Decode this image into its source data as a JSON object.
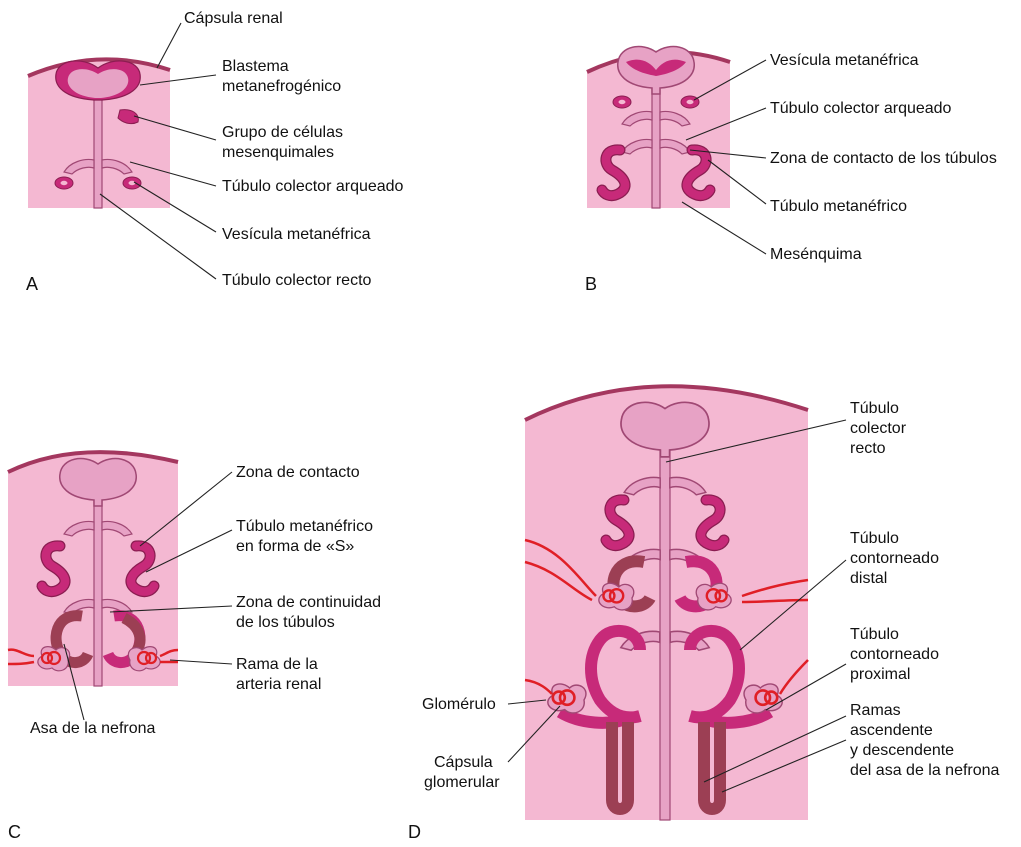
{
  "panels": {
    "a": {
      "letter": "A",
      "labels": {
        "capsula": "Cápsula renal",
        "blastema_1": "Blastema",
        "blastema_2": "metanefrogénico",
        "grupo_1": "Grupo de células",
        "grupo_2": "mesenquimales",
        "arqueado": "Túbulo colector arqueado",
        "vesicula": "Vesícula metanéfrica",
        "recto": "Túbulo colector recto"
      }
    },
    "b": {
      "letter": "B",
      "labels": {
        "vesicula": "Vesícula metanéfrica",
        "arqueado": "Túbulo colector arqueado",
        "zona": "Zona de contacto de los túbulos",
        "metanefrico": "Túbulo metanéfrico",
        "mesenquima": "Mesénquima"
      }
    },
    "c": {
      "letter": "C",
      "labels": {
        "zona_contacto": "Zona de contacto",
        "tubulo_s_1": "Túbulo metanéfrico",
        "tubulo_s_2": "en forma de «S»",
        "continuidad_1": "Zona de continuidad",
        "continuidad_2": "de los túbulos",
        "rama_1": "Rama de la",
        "rama_2": "arteria renal",
        "asa": "Asa de la nefrona"
      }
    },
    "d": {
      "letter": "D",
      "labels": {
        "recto_1": "Túbulo",
        "recto_2": "colector",
        "recto_3": "recto",
        "distal_1": "Túbulo",
        "distal_2": "contorneado",
        "distal_3": "distal",
        "proximal_1": "Túbulo",
        "proximal_2": "contorneado",
        "proximal_3": "proximal",
        "glomerulo": "Glomérulo",
        "capsula_1": "Cápsula",
        "capsula_2": "glomerular",
        "ramas_1": "Ramas",
        "ramas_2": "ascendente",
        "ramas_3": "y descendente",
        "ramas_4": "del asa de la nefrona"
      }
    }
  },
  "colors": {
    "background": "#f4b8d2",
    "capsule": "#a4375f",
    "tubule_light": "#e7a2c5",
    "tubule_dark": "#c72a79",
    "loop": "#9c3f54",
    "artery": "#e01f26"
  }
}
